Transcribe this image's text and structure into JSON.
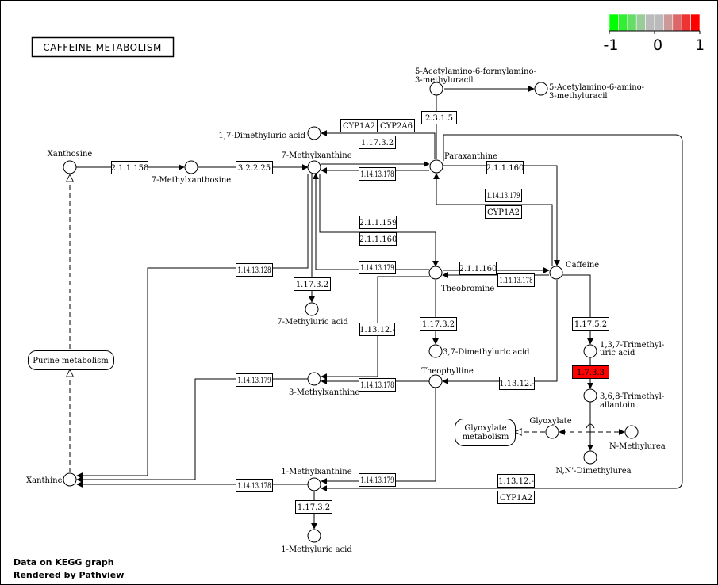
{
  "title": "CAFFEINE METABOLISM",
  "legend": {
    "colors": [
      "#00ff00",
      "#33ee33",
      "#66dd66",
      "#99cc99",
      "#bbbbbb",
      "#bbbbbb",
      "#cc9999",
      "#dd6666",
      "#ee3333",
      "#ff0000"
    ],
    "labels": [
      "-1",
      "0",
      "1"
    ]
  },
  "footer": {
    "line1": "Data on KEGG graph",
    "line2": "Rendered by Pathview"
  },
  "highlight_color": "#ff0000",
  "compounds": {
    "xanthosine": "Xanthosine",
    "methylxanthosine7": "7-Methylxanthosine",
    "methylxanthine7": "7-Methylxanthine",
    "dimethyluric17": "1,7-Dimethyluric acid",
    "paraxanthine": "Paraxanthine",
    "afmu_1": "5-Acetylamino-6-formylamino-",
    "afmu_2": "3-methyluracil",
    "aamu_1": "5-Acetylamino-6-amino-",
    "aamu_2": "3-methyluracil",
    "caffeine": "Caffeine",
    "theobromine": "Theobromine",
    "methyluric7": "7-Methyluric acid",
    "dimethyluric37": "3,7-Dimethyluric acid",
    "trimethyluric_1": "1,3,7-Trimethyl-",
    "trimethyluric_2": "uric acid",
    "trimethylallantoin_1": "3,6,8-Trimethyl-",
    "trimethylallantoin_2": "allantoin",
    "theophylline": "Theophylline",
    "methylxanthine3": "3-Methylxanthine",
    "glyoxylate": "Glyoxylate",
    "nmethylurea": "N-Methylurea",
    "dimethylurea": "N,N'-Dimethylurea",
    "methylxanthine1": "1-Methylxanthine",
    "methyluric1": "1-Methyluric acid",
    "xanthine": "Xanthine"
  },
  "maps": {
    "purine": "Purine metabolism",
    "glyoxylate_1": "Glyoxylate",
    "glyoxylate_2": "metabolism"
  },
  "enzymes": {
    "e_21158": "2.1.1.158",
    "e_32225": "3.2.2.25",
    "e_114131_a": "1.14.13.178",
    "e_17532_a": "1.17.3.2",
    "cyp1a2_a": "CYP1A2",
    "cyp2a6": "CYP2A6",
    "e_2315": "2.3.1.5",
    "e_21160_a": "2.1.1.160",
    "e_114131_b": "1.14.13.179",
    "cyp1a2_b": "CYP1A2",
    "e_21159": "2.1.1.159",
    "e_21160_b": "2.1.1.160",
    "e_114131_c": "1.14.13.128",
    "e_114131_d": "1.14.13.179",
    "e_17532_b": "1.17.3.2",
    "e_21160_c": "2.1.1.160",
    "e_114131_e": "1.14.13.178",
    "e_11312_a": "1.13.12.-",
    "e_17532_c": "1.17.3.2",
    "e_11752": "1.17.5.2",
    "e_1733": "1.7.3.3",
    "e_114131_f": "1.14.13.179",
    "e_114131_g": "1.14.13.178",
    "e_11312_b": "1.13.12.-",
    "e_114131_h": "1.14.13.178",
    "e_114131_i": "1.14.13.179",
    "e_17532_d": "1.17.3.2",
    "e_11312_c": "1.13.12.-",
    "cyp1a2_c": "CYP1A2"
  }
}
